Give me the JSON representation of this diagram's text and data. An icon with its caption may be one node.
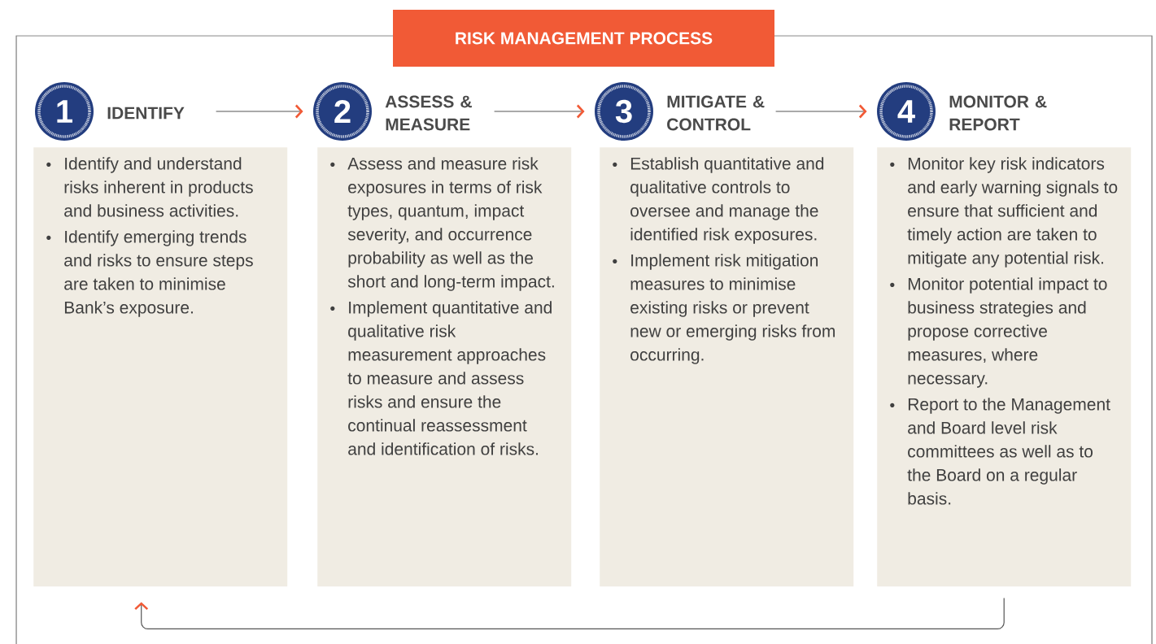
{
  "diagram": {
    "title": "RISK MANAGEMENT PROCESS",
    "nodes": [
      {
        "text": [
          "1",
          "IDENTIFY"
        ]
      },
      {
        "text": [
          "Identify and understand risks inherent in products and business activities.",
          "Identify emerging trends and risks to ensure steps are taken to minimise Bank’s exposure."
        ]
      },
      {
        "text": [
          "2",
          "ASSESS & MEASURE"
        ]
      },
      {
        "text": [
          "Assess and measure risk exposures in terms of risk types, quantum, impact severity, and occurrence probability as well as the short and long-term impact.",
          "Implement quantitative and qualitative risk measurement approaches to measure and assess risks and ensure the continual reassessment and identification of risks."
        ]
      },
      {
        "text": [
          "3",
          "MITIGATE & CONTROL"
        ]
      },
      {
        "text": [
          "Establish quantitative and qualitative controls to oversee and manage the identified risk exposures.",
          "Implement risk mitigation measures to minimise existing risks or prevent new or emerging risks from occurring."
        ]
      },
      {
        "text": [
          "4",
          "MONITOR & REPORT"
        ]
      },
      {
        "text": [
          "Monitor key risk indicators and early warning signals to ensure that sufficient and timely action are taken to mitigate any potential risk.",
          "Monitor potential impact to business strategies and propose corrective measures, where necessary.",
          "Report to the Management and Board level risk committees as well as to the Board on a regular basis."
        ]
      }
    ],
    "edges": [
      {
        "from": 0,
        "to": 2,
        "arrow": "to"
      },
      {
        "from": 2,
        "to": 4,
        "arrow": "to"
      },
      {
        "from": 4,
        "to": 6,
        "arrow": "to"
      },
      {
        "from": 7,
        "to": 1,
        "arrow": "to"
      }
    ]
  }
}
